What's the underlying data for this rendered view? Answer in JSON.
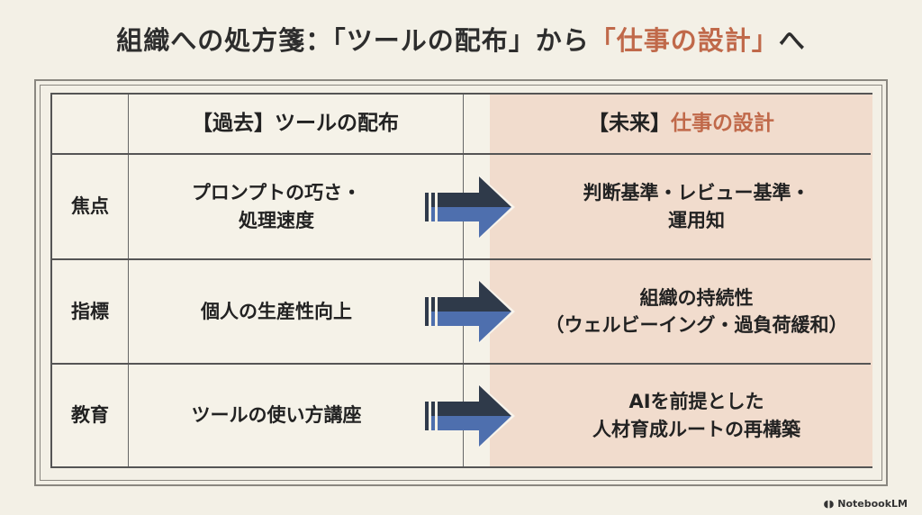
{
  "title": {
    "part1": "組織への処方箋：「ツールの配布」から",
    "part2": "「仕事の設計」",
    "part3": "へ"
  },
  "headers": {
    "past_prefix": "【過去】",
    "past": "ツールの配布",
    "future_prefix": "【未来】",
    "future": "仕事の設計"
  },
  "rows": [
    {
      "label": "焦点",
      "past": [
        "プロンプトの巧さ・",
        "処理速度"
      ],
      "future": [
        "判断基準・レビュー基準・",
        "運用知"
      ]
    },
    {
      "label": "指標",
      "past": [
        "個人の生産性向上"
      ],
      "future": [
        "組織の持続性",
        "（ウェルビーイング・過負荷緩和）"
      ]
    },
    {
      "label": "教育",
      "past": [
        "ツールの使い方講座"
      ],
      "future": [
        "AIを前提とした",
        "人材育成ルートの再構築"
      ]
    }
  ],
  "brand": "NotebookLM",
  "colors": {
    "accent": "#c0694a",
    "future_bg": "#f1dccd",
    "arrow_dark": "#2f3a4a",
    "arrow_blue": "#4e6fae"
  }
}
